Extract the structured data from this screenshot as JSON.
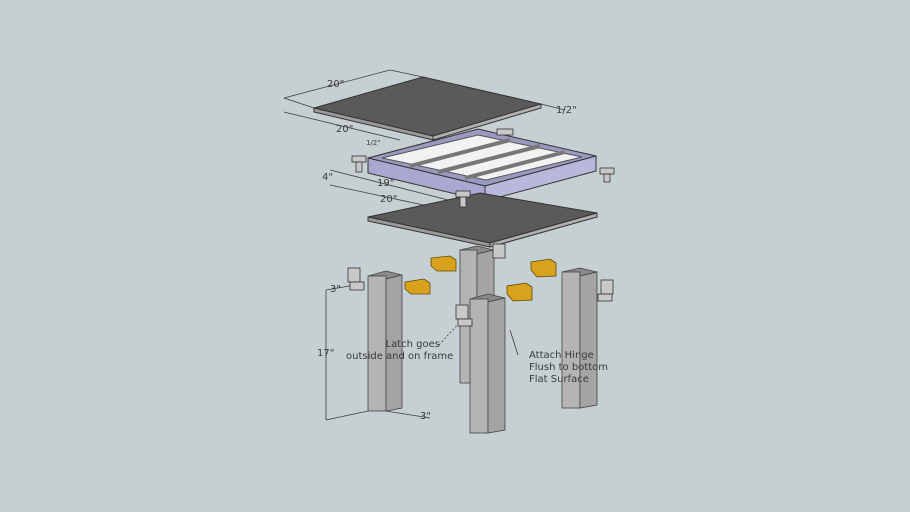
{
  "dimensions": {
    "top_width": "20\"",
    "top_depth": "20\"",
    "top_thickness": "1/2\"",
    "frame_thickness_mark": "1/2\"",
    "frame_height": "4\"",
    "frame_inner": "19\"",
    "frame_outer": "20\"",
    "leg_width": "3\"",
    "leg_height": "17\"",
    "leg_depth": "3\""
  },
  "annotations": {
    "latch": [
      "Latch goes",
      "outside and on frame"
    ],
    "hinge": [
      "Attach Hinge",
      "Flush to bottom",
      "Flat Surface"
    ]
  },
  "colors": {
    "background": "#c6d0d2",
    "panel": "#5a5a5a",
    "frame": "#a8a8d0",
    "leg": "#b4b4b4",
    "hinge": "#d9a21c"
  }
}
